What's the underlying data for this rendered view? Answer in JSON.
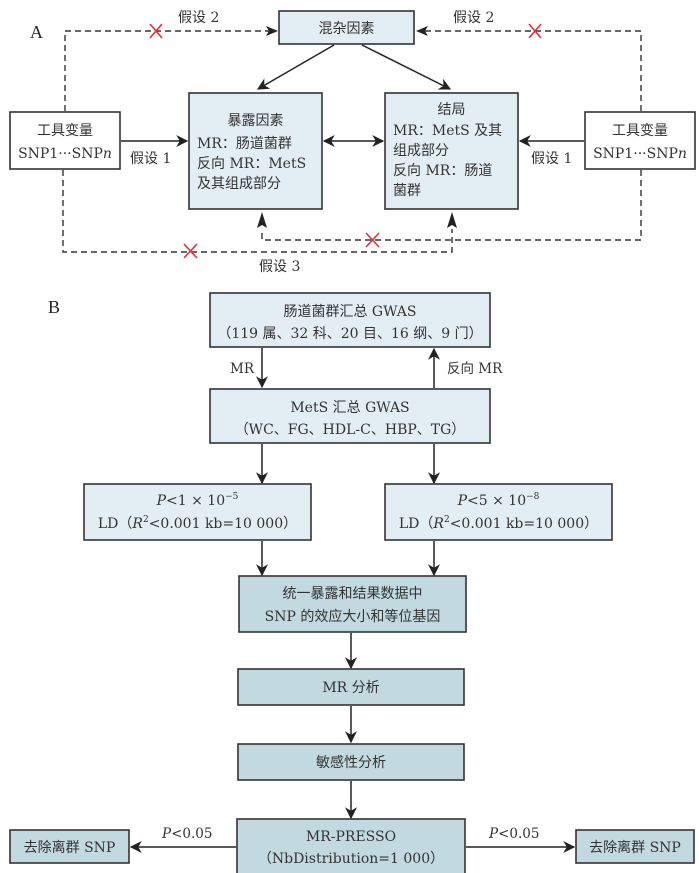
{
  "panel_a": {
    "label": "A",
    "confounder": "混杂因素",
    "exposure": {
      "title": "暴露因素",
      "lines": [
        "MR：肠道菌群",
        "反向 MR：MetS",
        "及其组成部分"
      ]
    },
    "outcome": {
      "title": "结局",
      "lines": [
        "MR：MetS 及其",
        "组成部分",
        "反向 MR：肠道",
        "菌群"
      ]
    },
    "instrument_left": {
      "title": "工具变量",
      "snp_prefix": "SNP1···SNP",
      "snp_suffix": "n"
    },
    "instrument_right": {
      "title": "工具变量",
      "snp_prefix": "SNP1···SNP",
      "snp_suffix": "n"
    },
    "assumption_1": "假设 1",
    "assumption_2": "假设 2",
    "assumption_3": "假设 3",
    "cross_color": "#e0303a"
  },
  "panel_b": {
    "label": "B",
    "gut_gwas": {
      "title": "肠道菌群汇总 GWAS",
      "detail": "（119 属、32 科、20 目、16 纲、9 门）"
    },
    "mr_label": "MR",
    "reverse_mr_label": "反向 MR",
    "mets_gwas": {
      "title": "MetS 汇总 GWAS",
      "detail": "（WC、FG、HDL-C、HBP、TG）"
    },
    "threshold_left": {
      "p_symbol": "P",
      "p_text": "<1 × 10",
      "p_exp": "−5",
      "ld_prefix": "LD（",
      "r_symbol": "R",
      "r_exp": "2",
      "ld_suffix": "<0.001 kb=10 000）"
    },
    "threshold_right": {
      "p_symbol": "P",
      "p_text": "<5 × 10",
      "p_exp": "−8",
      "ld_prefix": "LD（",
      "r_symbol": "R",
      "r_exp": "2",
      "ld_suffix": "<0.001 kb=10 000）"
    },
    "harmonize": [
      "统一暴露和结果数据中",
      "SNP 的效应大小和等位基因"
    ],
    "mr_analysis": "MR 分析",
    "sensitivity": "敏感性分析",
    "mr_presso": {
      "title": "MR-PRESSO",
      "detail": "（NbDistribution=1 000）"
    },
    "p_left": {
      "symbol": "P",
      "text": "<0.05"
    },
    "p_right": {
      "symbol": "P",
      "text": "<0.05"
    },
    "remove_left": "去除离群 SNP",
    "remove_right": "去除离群 SNP"
  },
  "colors": {
    "light_box": "#e3eef4",
    "dark_box": "#c2d9e0",
    "cross": "#e0303a"
  }
}
